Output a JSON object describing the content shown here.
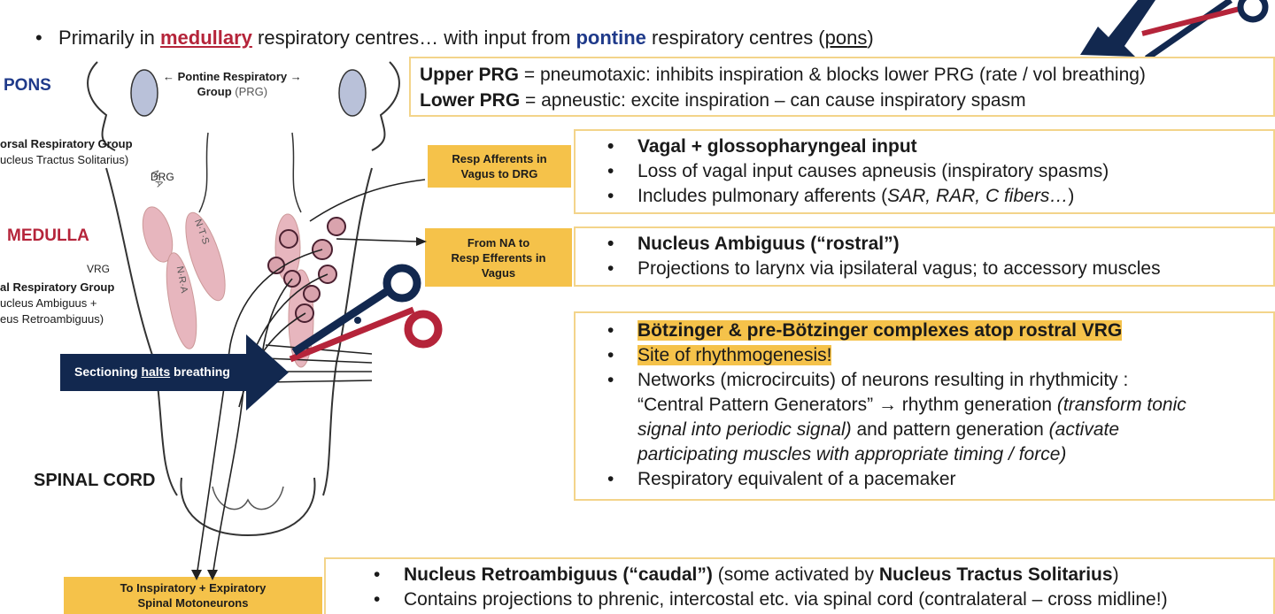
{
  "top": {
    "bullet": "•",
    "pre": "Primarily in ",
    "medullary": "medullary",
    "mid": " respiratory centres… with input from ",
    "pontine": "pontine",
    "post1": " respiratory centres (",
    "pons": "pons",
    "post2": ")"
  },
  "prg_box": {
    "upper_label": "Upper PRG",
    "upper_text": " = pneumotaxic: inhibits inspiration & blocks lower PRG (rate / vol breathing)",
    "lower_label": "Lower PRG",
    "lower_text": " = apneustic: excite inspiration – can cause inspiratory spasm"
  },
  "vagal_box": {
    "b1": "Vagal + glossopharyngeal input",
    "b2": "Loss of vagal input causes apneusis (inspiratory spasms)",
    "b3_pre": "Includes pulmonary afferents (",
    "b3_it": "SAR, RAR, C fibers…",
    "b3_post": ")"
  },
  "na_box": {
    "b1_bold": "Nucleus Ambiguus (“rostral”)",
    "b2": "Projections to larynx via ipsilateral vagus; to accessory muscles"
  },
  "botz_box": {
    "b1": "Bötzinger & pre-Bötzinger complexes atop rostral VRG",
    "b2": "Site of rhythmogenesis!",
    "b3_l1": "Networks (microcircuits) of neurons resulting in rhythmicity :",
    "b3_l2a": "“Central Pattern Generators” ",
    "b3_arrow": "→",
    "b3_l2b": " rhythm generation  ",
    "b3_l2c": "(transform tonic",
    "b3_l3a": "signal into periodic signal)",
    "b3_l3b": " and pattern generation ",
    "b3_l3c": "(activate",
    "b3_l4": "participating muscles with appropriate timing / force)",
    "b4": "Respiratory equivalent of a pacemaker"
  },
  "nra_box": {
    "b1_bold": "Nucleus Retroambiguus (“caudal”)",
    "b1_mid": "  (some activated by ",
    "b1_bold2": "Nucleus Tractus Solitarius",
    "b1_end": ")",
    "b2": "Contains projections to phrenic, intercostal etc. via spinal cord (contralateral – cross midline!)"
  },
  "yellow_labels": {
    "resp_afferents_l1": "Resp Afferents in",
    "resp_afferents_l2": "Vagus to DRG",
    "from_na_l1": "From NA to",
    "from_na_l2": "Resp Efferents in",
    "from_na_l3": "Vagus",
    "to_motor_l1": "To Inspiratory  +  Expiratory",
    "to_motor_l2": "Spinal Motoneurons"
  },
  "diagram": {
    "pons": "PONS",
    "prg_l1": "← Pontine Respiratory →",
    "prg_l2a": "Group ",
    "prg_l2b": "(PRG)",
    "drg_l1": "orsal Respiratory Group",
    "drg_l2": "ucleus Tractus Solitarius)",
    "drg": "DRG",
    "medulla": "MEDULLA",
    "vrg": "VRG",
    "vrg_l1": "al Respiratory Group",
    "vrg_l2": "ucleus Ambiguus +",
    "vrg_l3": "eus Retroambiguus)",
    "nucleus_left_1": "N·A",
    "nucleus_left_2": "N·T·S",
    "nucleus_left_3": "N·R·A",
    "sectioning_pre": "Sectioning ",
    "sectioning_u": "halts",
    "sectioning_post": " breathing",
    "spinal": "SPINAL CORD"
  },
  "colors": {
    "navy": "#12284f",
    "gold": "#f5c24a",
    "red": "#b5243a",
    "blue": "#1f3a8a",
    "pink": "#e7b6be"
  },
  "icons": [
    "scissors-icon",
    "arrow-icon"
  ]
}
